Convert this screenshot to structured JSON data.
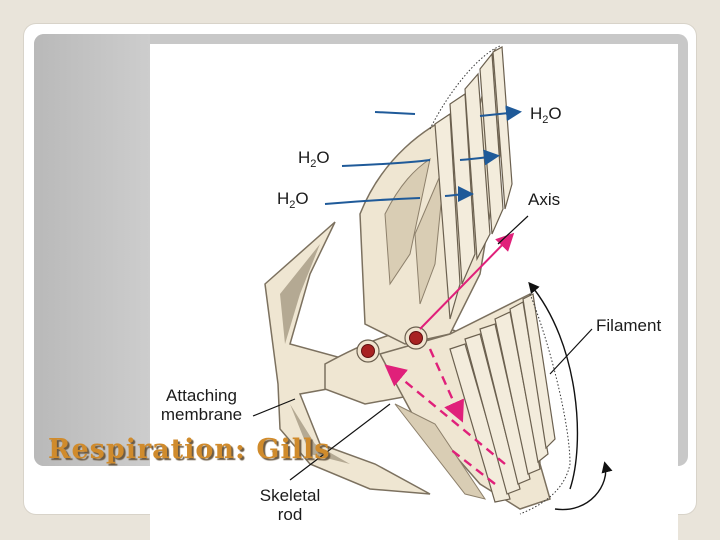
{
  "slide": {
    "title": "Respiration: Gills"
  },
  "diagram": {
    "labels": {
      "water_out": "H",
      "water_out_sub": "2",
      "water_out_tail": "O",
      "water_mid": "H",
      "water_mid_sub": "2",
      "water_mid_tail": "O",
      "water_low": "H",
      "water_low_sub": "2",
      "water_low_tail": "O",
      "axis": "Axis",
      "filament": "Filament",
      "attaching_line1": "Attaching",
      "attaching_line2": "membrane",
      "skeletal_line1": "Skeletal",
      "skeletal_line2": "rod"
    },
    "colors": {
      "water_arrow": "#1f5a99",
      "blood_flow": "#e0207a",
      "tissue": "#efe6d2",
      "tissue_shadow": "#b4a993",
      "vessel": "#a82222"
    }
  }
}
